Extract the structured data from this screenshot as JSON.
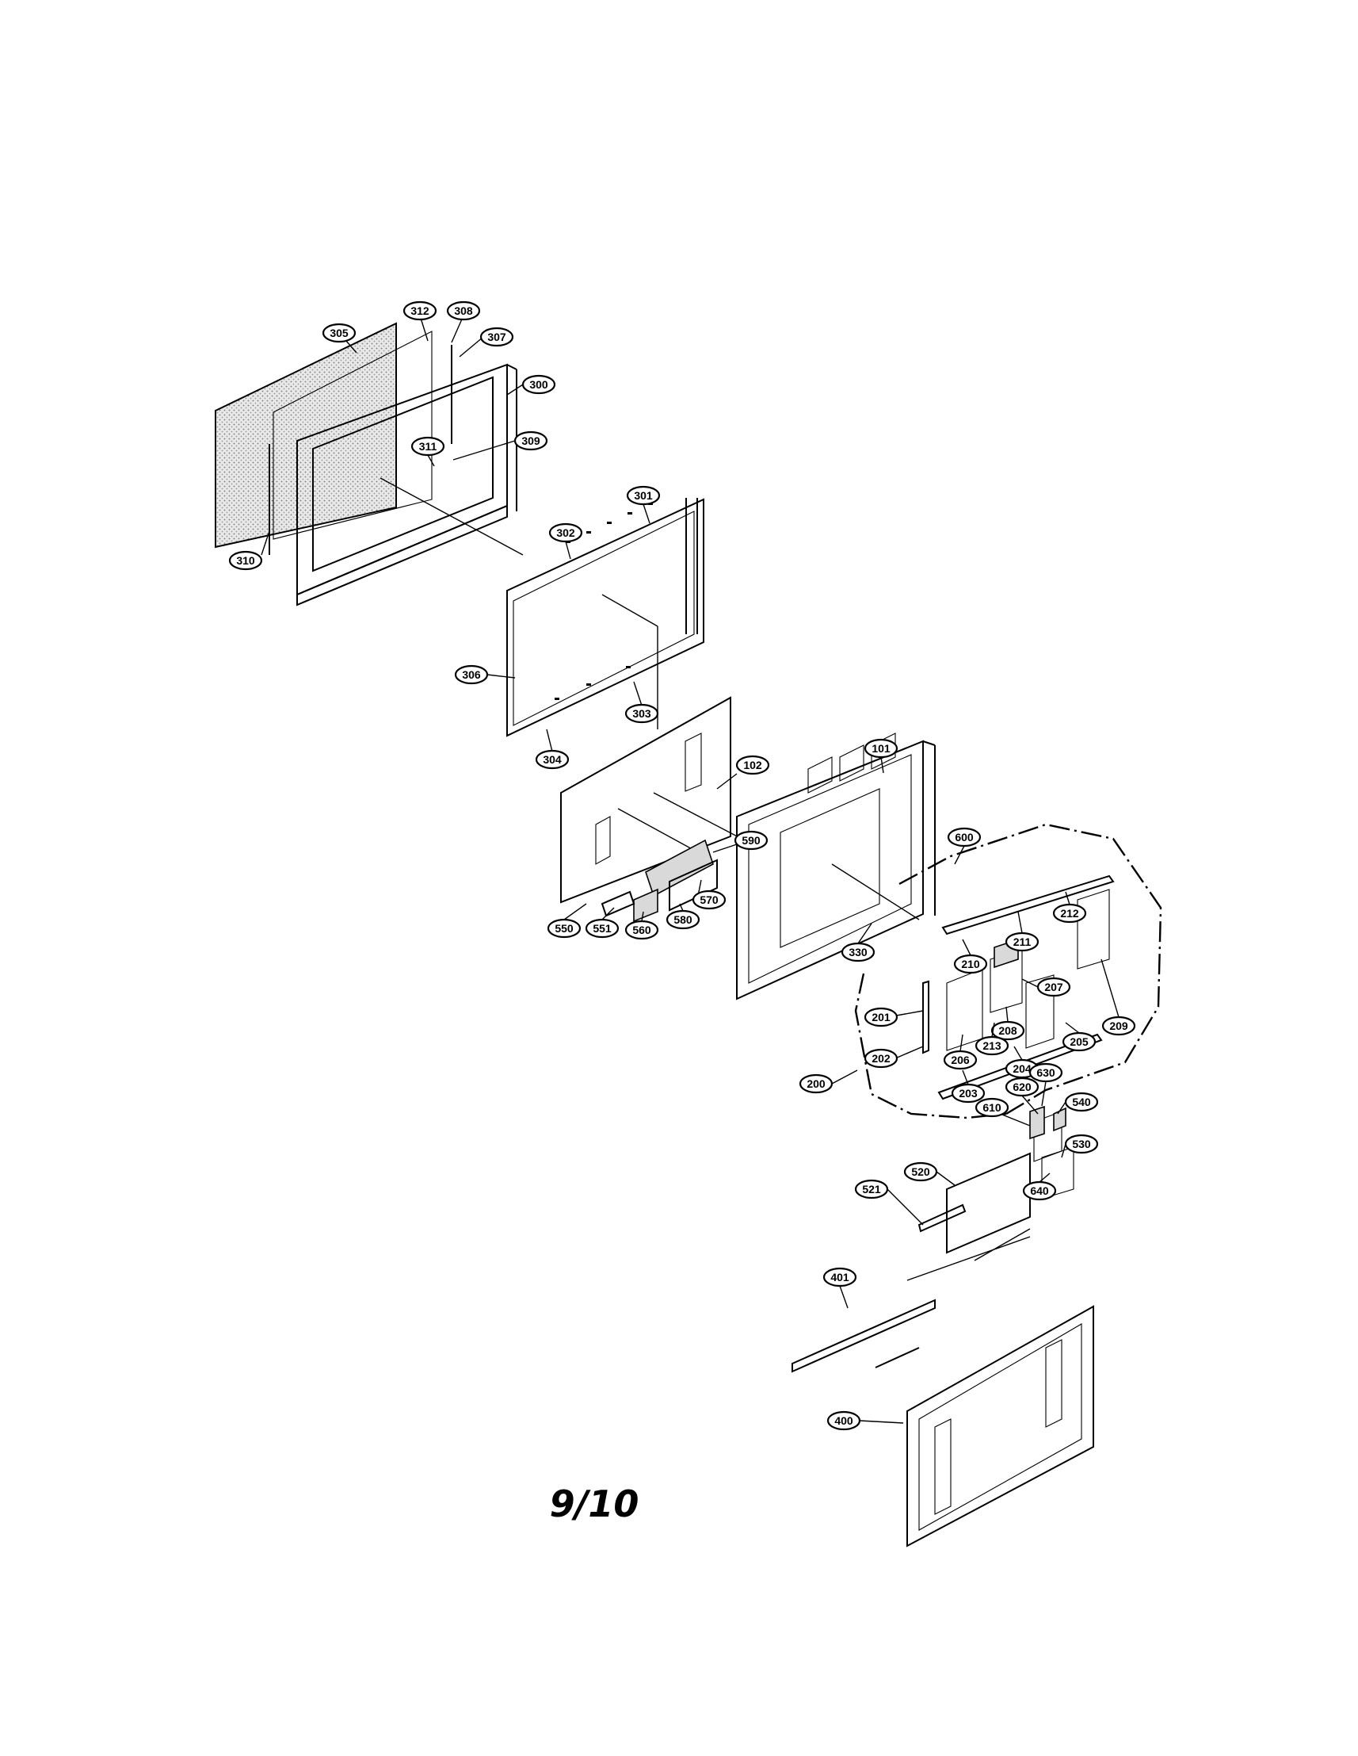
{
  "page_number": "9/10",
  "callouts": [
    "305",
    "312",
    "308",
    "307",
    "300",
    "311",
    "309",
    "310",
    "301",
    "302",
    "306",
    "303",
    "304",
    "101",
    "102",
    "590",
    "600",
    "212",
    "211",
    "210",
    "207",
    "209",
    "201",
    "208",
    "206",
    "213",
    "205",
    "202",
    "204",
    "203",
    "200",
    "550",
    "551",
    "560",
    "580",
    "570",
    "330",
    "630",
    "620",
    "610",
    "540",
    "530",
    "640",
    "520",
    "521",
    "401",
    "400"
  ]
}
